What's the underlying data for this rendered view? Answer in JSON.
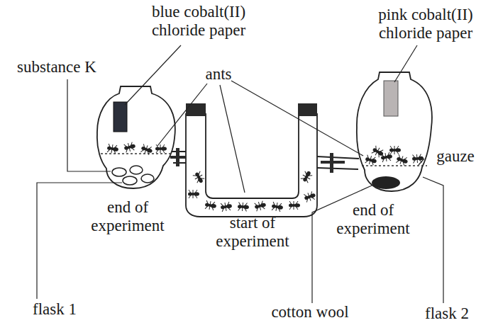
{
  "diagram": {
    "labels": [
      "blue cobalt(II) chloride paper",
      "pink cobalt(II) chloride paper",
      "substance K",
      "ants",
      "gauze",
      "end of experiment",
      "start of experiment",
      "end of experiment",
      "flask 1",
      "cotton wool",
      "flask 2"
    ]
  }
}
